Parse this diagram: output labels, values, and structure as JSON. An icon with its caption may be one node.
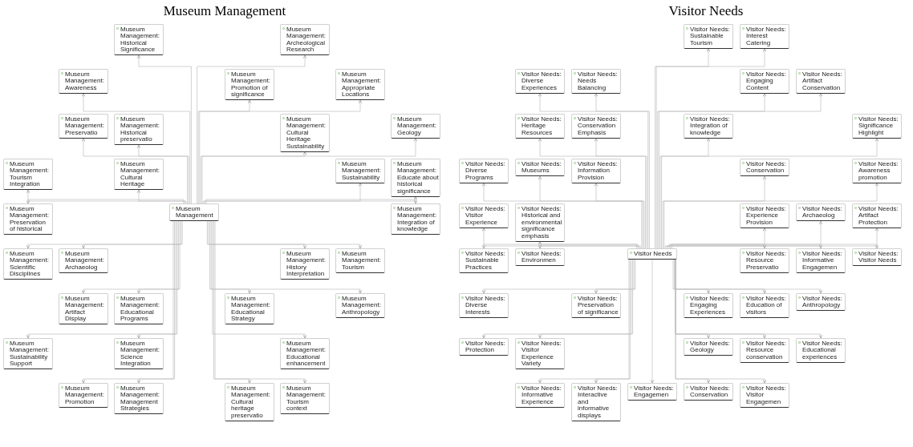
{
  "diagram": {
    "nodes": [
      {
        "text": [
          "Museum Management"
        ]
      },
      {
        "text": [
          "Museum Management: Historical Significance"
        ]
      },
      {
        "text": [
          "Museum Management: Awareness"
        ]
      },
      {
        "text": [
          "Museum Management: Archeological Research"
        ]
      },
      {
        "text": [
          "Museum Management: Promotion of significance"
        ]
      },
      {
        "text": [
          "Museum Management: Appropriate Locations"
        ]
      },
      {
        "text": [
          "Museum Management: Preservatio"
        ]
      },
      {
        "text": [
          "Museum Management: Historical preservatio"
        ]
      },
      {
        "text": [
          "Museum Management: Cultural Heritage Sustainability"
        ]
      },
      {
        "text": [
          "Museum Management: Geology"
        ]
      },
      {
        "text": [
          "Museum Management: Tourism Integration"
        ]
      },
      {
        "text": [
          "Museum Management: Cultural Heritage"
        ]
      },
      {
        "text": [
          "Museum Management: Sustainability"
        ]
      },
      {
        "text": [
          "Museum Management: Educate about historical significance"
        ]
      },
      {
        "text": [
          "Museum Management: Preservation of historical"
        ]
      },
      {
        "text": [
          "Museum Management: Archaeolog"
        ]
      },
      {
        "text": [
          "Museum Management: Integration of knowledge"
        ]
      },
      {
        "text": [
          "Museum Management: Scientific Disciplines"
        ]
      },
      {
        "text": [
          "Museum Management: Tourism"
        ]
      },
      {
        "text": [
          "Museum Management: History Interpretation"
        ]
      },
      {
        "text": [
          "Museum Management: Artifact Display"
        ]
      },
      {
        "text": [
          "Museum Management: Anthropology"
        ]
      },
      {
        "text": [
          "Museum Management: Educational Programs"
        ]
      },
      {
        "text": [
          "Museum Management: Sustainability Support"
        ]
      },
      {
        "text": [
          "Museum Management: Educational Strategy"
        ]
      },
      {
        "text": [
          "Museum Management: Science Integration"
        ]
      },
      {
        "text": [
          "Museum Management: Educational enhancement"
        ]
      },
      {
        "text": [
          "Museum Management: Promotion"
        ]
      },
      {
        "text": [
          "Museum Management: Cultural heritage preservatio"
        ]
      },
      {
        "text": [
          "Museum Management: Management Strategies"
        ]
      },
      {
        "text": [
          "Museum Management: Tourism context"
        ]
      },
      {
        "text": [
          "Visitor Needs"
        ]
      },
      {
        "text": [
          "Visitor Needs: Interest Catering"
        ]
      },
      {
        "text": [
          "Visitor Needs: Sustainable Tourism"
        ]
      },
      {
        "text": [
          "Visitor Needs: Needs Balancing"
        ]
      },
      {
        "text": [
          "Visitor Needs: Artifact Conservation"
        ]
      },
      {
        "text": [
          "Visitor Needs: Diverse Experiences"
        ]
      },
      {
        "text": [
          "Visitor Needs: Engaging Content"
        ]
      },
      {
        "text": [
          "Visitor Needs: Conservation Emphasis"
        ]
      },
      {
        "text": [
          "Visitor Needs: Integration of knowledge"
        ]
      },
      {
        "text": [
          "Visitor Needs: Significance Highlight"
        ]
      },
      {
        "text": [
          "Visitor Needs: Heritage Resources"
        ]
      },
      {
        "text": [
          "Visitor Needs: Information Provision"
        ]
      },
      {
        "text": [
          "Visitor Needs: Conservation"
        ]
      },
      {
        "text": [
          "Visitor Needs: Awareness promotion"
        ]
      },
      {
        "text": [
          "Visitor Needs: Diverse Programs"
        ]
      },
      {
        "text": [
          "Visitor Needs: Museums"
        ]
      },
      {
        "text": [
          "Visitor Needs: Experience Provision"
        ]
      },
      {
        "text": [
          "Visitor Needs: Artifact Protection"
        ]
      },
      {
        "text": [
          "Visitor Needs: Visitor Experience"
        ]
      },
      {
        "text": [
          "Visitor Needs: Archaeolog"
        ]
      },
      {
        "text": [
          "Visitor Needs: Historical and environmental significance emphasis"
        ]
      },
      {
        "text": [
          "Visitor Needs: Resource Preservatio"
        ]
      },
      {
        "text": [
          "Visitor Needs: Informative Engagemen"
        ]
      },
      {
        "text": [
          "Visitor Needs: Sustainable Practices"
        ]
      },
      {
        "text": [
          "Visitor Needs: Environmen"
        ]
      },
      {
        "text": [
          "Visitor Needs: Visitor Needs"
        ]
      },
      {
        "text": [
          "Visitor Needs: Preservation of significance"
        ]
      },
      {
        "text": [
          "Visitor Needs: Diverse Interests"
        ]
      },
      {
        "text": [
          "Visitor Needs: Education of visitors"
        ]
      },
      {
        "text": [
          "Visitor Needs: Anthropology"
        ]
      },
      {
        "text": [
          "Visitor Needs: Engaging Experiences"
        ]
      },
      {
        "text": [
          "Visitor Needs: Visitor Experience Variety"
        ]
      },
      {
        "text": [
          "Visitor Needs: Resource conservation"
        ]
      },
      {
        "text": [
          "Visitor Needs: Protection"
        ]
      },
      {
        "text": [
          "Visitor Needs: Geology"
        ]
      },
      {
        "text": [
          "Visitor Needs: Educational experiences"
        ]
      },
      {
        "text": [
          "Visitor Needs: Informative Experience"
        ]
      },
      {
        "text": [
          "Visitor Needs: Visitor Engagemen"
        ]
      },
      {
        "text": [
          "Visitor Needs: Interactive and informative displays"
        ]
      },
      {
        "text": [
          "Visitor Needs: Engagemen"
        ]
      },
      {
        "text": [
          "Visitor Needs: Conservation"
        ]
      }
    ],
    "edges": [
      {
        "from": 0,
        "to": 1,
        "arrow": "to"
      },
      {
        "from": 0,
        "to": 2,
        "arrow": "to"
      },
      {
        "from": 0,
        "to": 3,
        "arrow": "to"
      },
      {
        "from": 0,
        "to": 4,
        "arrow": "to"
      },
      {
        "from": 0,
        "to": 5,
        "arrow": "to"
      },
      {
        "from": 0,
        "to": 6,
        "arrow": "to"
      },
      {
        "from": 0,
        "to": 7,
        "arrow": "to"
      },
      {
        "from": 0,
        "to": 8,
        "arrow": "to"
      },
      {
        "from": 0,
        "to": 9,
        "arrow": "to"
      },
      {
        "from": 0,
        "to": 10,
        "arrow": "to"
      },
      {
        "from": 0,
        "to": 11,
        "arrow": "to"
      },
      {
        "from": 0,
        "to": 12,
        "arrow": "to"
      },
      {
        "from": 0,
        "to": 13,
        "arrow": "to"
      },
      {
        "from": 0,
        "to": 14,
        "arrow": "to"
      },
      {
        "from": 0,
        "to": 15,
        "arrow": "to"
      },
      {
        "from": 0,
        "to": 16,
        "arrow": "to"
      },
      {
        "from": 0,
        "to": 17,
        "arrow": "to"
      },
      {
        "from": 0,
        "to": 18,
        "arrow": "to"
      },
      {
        "from": 0,
        "to": 19,
        "arrow": "to"
      },
      {
        "from": 0,
        "to": 20,
        "arrow": "to"
      },
      {
        "from": 0,
        "to": 21,
        "arrow": "to"
      },
      {
        "from": 0,
        "to": 22,
        "arrow": "to"
      },
      {
        "from": 0,
        "to": 23,
        "arrow": "to"
      },
      {
        "from": 0,
        "to": 24,
        "arrow": "to"
      },
      {
        "from": 0,
        "to": 25,
        "arrow": "to"
      },
      {
        "from": 0,
        "to": 26,
        "arrow": "to"
      },
      {
        "from": 0,
        "to": 27,
        "arrow": "to"
      },
      {
        "from": 0,
        "to": 28,
        "arrow": "to"
      },
      {
        "from": 0,
        "to": 29,
        "arrow": "to"
      },
      {
        "from": 0,
        "to": 30,
        "arrow": "to"
      },
      {
        "from": 31,
        "to": 32,
        "arrow": "to"
      },
      {
        "from": 31,
        "to": 33,
        "arrow": "to"
      },
      {
        "from": 31,
        "to": 34,
        "arrow": "to"
      },
      {
        "from": 31,
        "to": 35,
        "arrow": "to"
      },
      {
        "from": 31,
        "to": 36,
        "arrow": "to"
      },
      {
        "from": 31,
        "to": 37,
        "arrow": "to"
      },
      {
        "from": 31,
        "to": 38,
        "arrow": "to"
      },
      {
        "from": 31,
        "to": 39,
        "arrow": "to"
      },
      {
        "from": 31,
        "to": 40,
        "arrow": "to"
      },
      {
        "from": 31,
        "to": 41,
        "arrow": "to"
      },
      {
        "from": 31,
        "to": 42,
        "arrow": "to"
      },
      {
        "from": 31,
        "to": 43,
        "arrow": "to"
      },
      {
        "from": 31,
        "to": 44,
        "arrow": "to"
      },
      {
        "from": 31,
        "to": 45,
        "arrow": "to"
      },
      {
        "from": 31,
        "to": 46,
        "arrow": "to"
      },
      {
        "from": 31,
        "to": 47,
        "arrow": "to"
      },
      {
        "from": 31,
        "to": 48,
        "arrow": "to"
      },
      {
        "from": 31,
        "to": 49,
        "arrow": "to"
      },
      {
        "from": 31,
        "to": 50,
        "arrow": "to"
      },
      {
        "from": 31,
        "to": 51,
        "arrow": "to"
      },
      {
        "from": 31,
        "to": 52,
        "arrow": "to"
      },
      {
        "from": 31,
        "to": 53,
        "arrow": "to"
      },
      {
        "from": 31,
        "to": 54,
        "arrow": "to"
      },
      {
        "from": 31,
        "to": 55,
        "arrow": "to"
      },
      {
        "from": 31,
        "to": 56,
        "arrow": "to"
      },
      {
        "from": 31,
        "to": 57,
        "arrow": "to"
      },
      {
        "from": 31,
        "to": 58,
        "arrow": "to"
      },
      {
        "from": 31,
        "to": 59,
        "arrow": "to"
      },
      {
        "from": 31,
        "to": 60,
        "arrow": "to"
      },
      {
        "from": 31,
        "to": 61,
        "arrow": "to"
      },
      {
        "from": 31,
        "to": 62,
        "arrow": "to"
      },
      {
        "from": 31,
        "to": 63,
        "arrow": "to"
      },
      {
        "from": 31,
        "to": 64,
        "arrow": "to"
      },
      {
        "from": 31,
        "to": 65,
        "arrow": "to"
      },
      {
        "from": 31,
        "to": 66,
        "arrow": "to"
      },
      {
        "from": 31,
        "to": 67,
        "arrow": "to"
      },
      {
        "from": 31,
        "to": 68,
        "arrow": "to"
      },
      {
        "from": 31,
        "to": 69,
        "arrow": "to"
      },
      {
        "from": 31,
        "to": 70,
        "arrow": "to"
      },
      {
        "from": 31,
        "to": 71,
        "arrow": "to"
      }
    ],
    "labels": [
      "Museum Management",
      "Visitor Needs"
    ]
  }
}
